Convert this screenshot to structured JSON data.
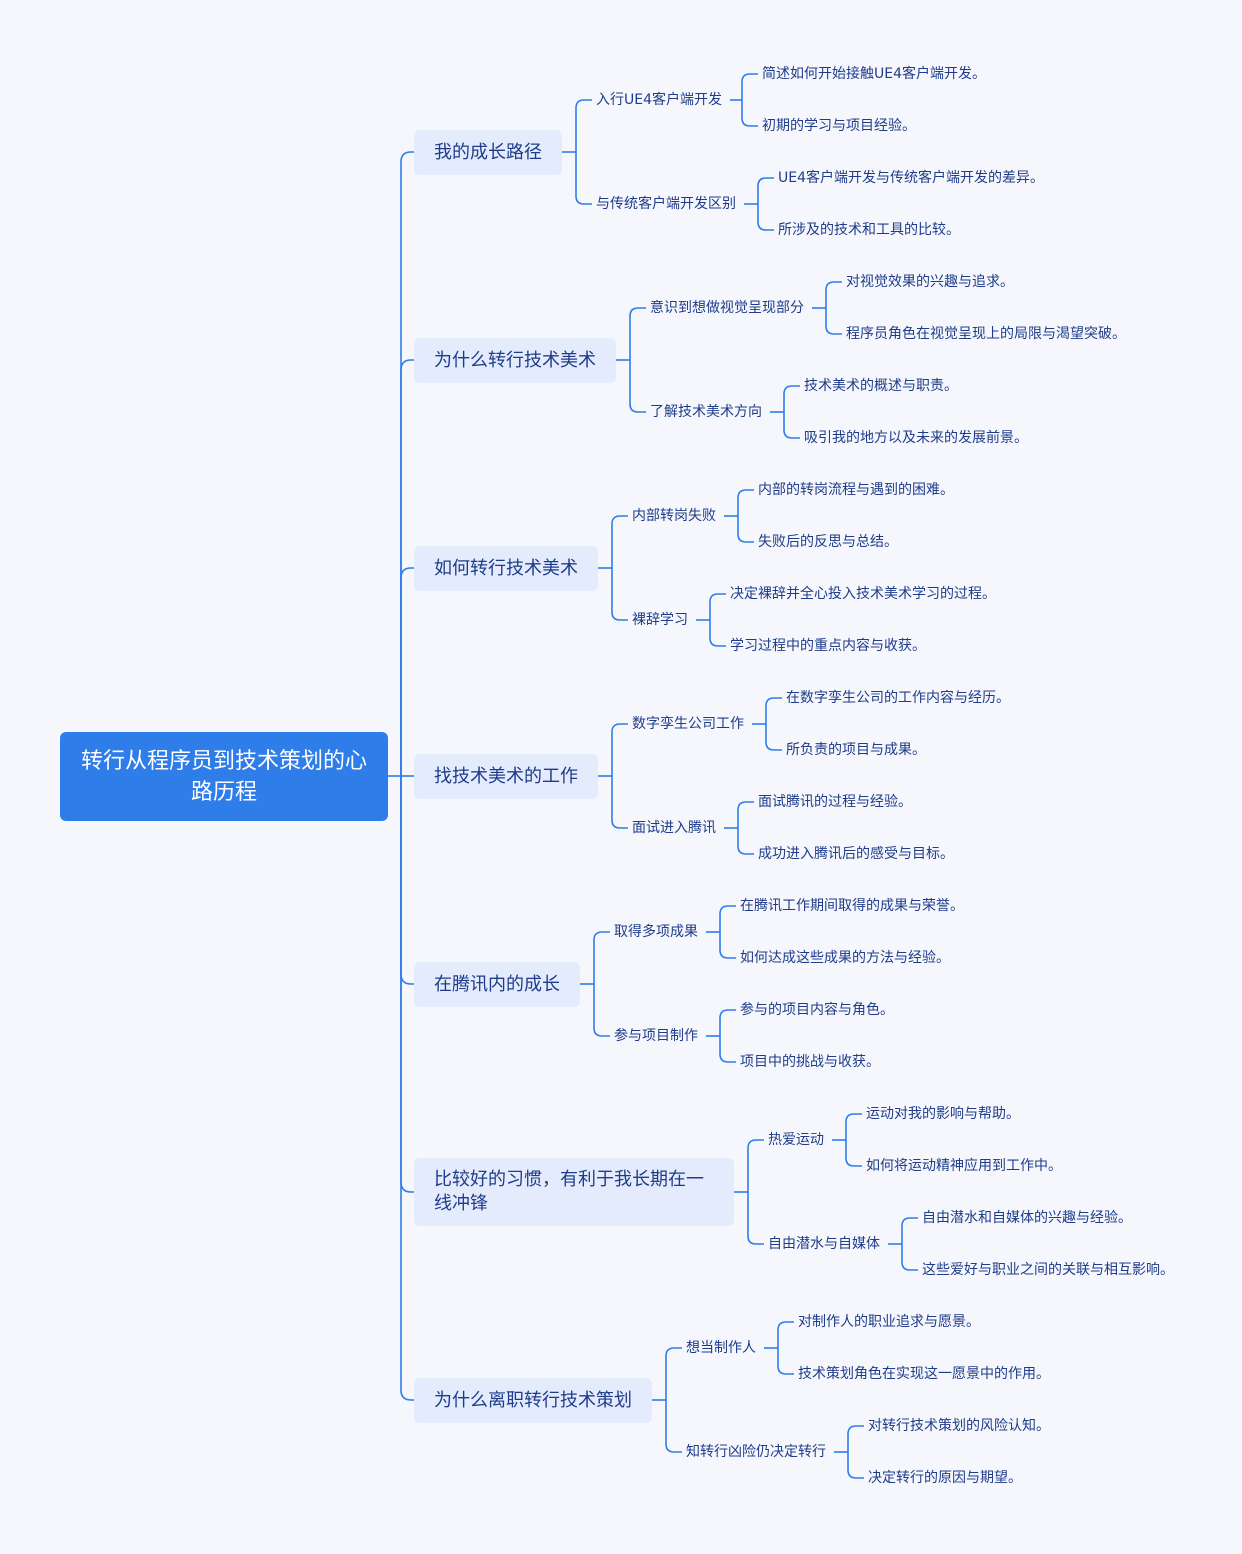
{
  "root": {
    "title": "转行从程序员到技术策划的心路历程"
  },
  "branches": [
    {
      "label": "我的成长路径",
      "children": [
        {
          "label": "入行UE4客户端开发",
          "children": [
            "简述如何开始接触UE4客户端开发。",
            "初期的学习与项目经验。"
          ]
        },
        {
          "label": "与传统客户端开发区别",
          "children": [
            "UE4客户端开发与传统客户端开发的差异。",
            "所涉及的技术和工具的比较。"
          ]
        }
      ]
    },
    {
      "label": "为什么转行技术美术",
      "children": [
        {
          "label": "意识到想做视觉呈现部分",
          "children": [
            "对视觉效果的兴趣与追求。",
            "程序员角色在视觉呈现上的局限与渴望突破。"
          ]
        },
        {
          "label": "了解技术美术方向",
          "children": [
            "技术美术的概述与职责。",
            "吸引我的地方以及未来的发展前景。"
          ]
        }
      ]
    },
    {
      "label": "如何转行技术美术",
      "children": [
        {
          "label": "内部转岗失败",
          "children": [
            "内部的转岗流程与遇到的困难。",
            "失败后的反思与总结。"
          ]
        },
        {
          "label": "裸辞学习",
          "children": [
            "决定裸辞并全心投入技术美术学习的过程。",
            "学习过程中的重点内容与收获。"
          ]
        }
      ]
    },
    {
      "label": "找技术美术的工作",
      "children": [
        {
          "label": "数字孪生公司工作",
          "children": [
            "在数字孪生公司的工作内容与经历。",
            "所负责的项目与成果。"
          ]
        },
        {
          "label": "面试进入腾讯",
          "children": [
            "面试腾讯的过程与经验。",
            "成功进入腾讯后的感受与目标。"
          ]
        }
      ]
    },
    {
      "label": "在腾讯内的成长",
      "children": [
        {
          "label": "取得多项成果",
          "children": [
            "在腾讯工作期间取得的成果与荣誉。",
            "如何达成这些成果的方法与经验。"
          ]
        },
        {
          "label": "参与项目制作",
          "children": [
            "参与的项目内容与角色。",
            "项目中的挑战与收获。"
          ]
        }
      ]
    },
    {
      "label": "比较好的习惯，有利于我长期在一线冲锋",
      "children": [
        {
          "label": "热爱运动",
          "children": [
            "运动对我的影响与帮助。",
            "如何将运动精神应用到工作中。"
          ]
        },
        {
          "label": "自由潜水与自媒体",
          "children": [
            "自由潜水和自媒体的兴趣与经验。",
            "这些爱好与职业之间的关联与相互影响。"
          ]
        }
      ]
    },
    {
      "label": "为什么离职转行技术策划",
      "children": [
        {
          "label": "想当制作人",
          "children": [
            "对制作人的职业追求与愿景。",
            "技术策划角色在实现这一愿景中的作用。"
          ]
        },
        {
          "label": "知转行凶险仍决定转行",
          "children": [
            "对转行技术策划的风险认知。",
            "决定转行的原因与期望。"
          ]
        }
      ]
    }
  ],
  "colors": {
    "background": "#f5f7fd",
    "root": "#2f7de9",
    "branch_fill": "#e3ebfc",
    "line": "#2f7de9",
    "text": "#1f3c8a"
  }
}
